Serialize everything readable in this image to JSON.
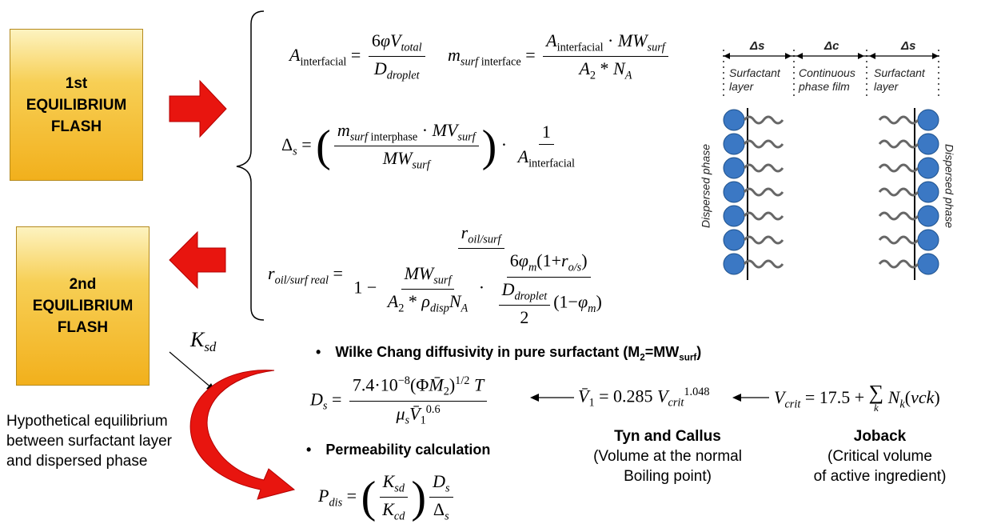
{
  "boxes": {
    "first": {
      "line1": "1st",
      "line2": "EQUILIBRIUM",
      "line3": "FLASH"
    },
    "second": {
      "line1": "2nd",
      "line2": "EQUILIBRIUM",
      "line3": "FLASH"
    }
  },
  "colors": {
    "arrow_red": "#e8150f",
    "box_top": "#fdf3c0",
    "box_bottom": "#f2b01c",
    "droplet_blue": "#3b78c4"
  },
  "ksd_label": "K",
  "ksd_sub": "sd",
  "hypothetical_text": [
    "Hypothetical equilibrium",
    "between surfactant layer",
    "and dispersed phase"
  ],
  "bullets": {
    "wilke_prefix": "Wilke Chang diffusivity in pure surfactant (M",
    "wilke_sub2": "2",
    "wilke_mid": "=MW",
    "wilke_subsurf": "surf",
    "wilke_suffix": ")",
    "permeability": "Permeability calculation"
  },
  "tyn": {
    "title": "Tyn and Callus",
    "line1": "(Volume at the normal",
    "line2": "Boiling point)"
  },
  "joback": {
    "title": "Joback",
    "line1": "(Critical volume",
    "line2": "of active ingredient)"
  },
  "diagram": {
    "delta_s_left": "Δs",
    "delta_c": "Δc",
    "delta_s_right": "Δs",
    "surfactant_left": [
      "Surfactant",
      "layer"
    ],
    "continuous": [
      "Continuous",
      "phase film"
    ],
    "surfactant_right": [
      "Surfactant",
      "layer"
    ],
    "dispersed_left": "Dispersed phase",
    "dispersed_right": "Dispersed phase"
  }
}
